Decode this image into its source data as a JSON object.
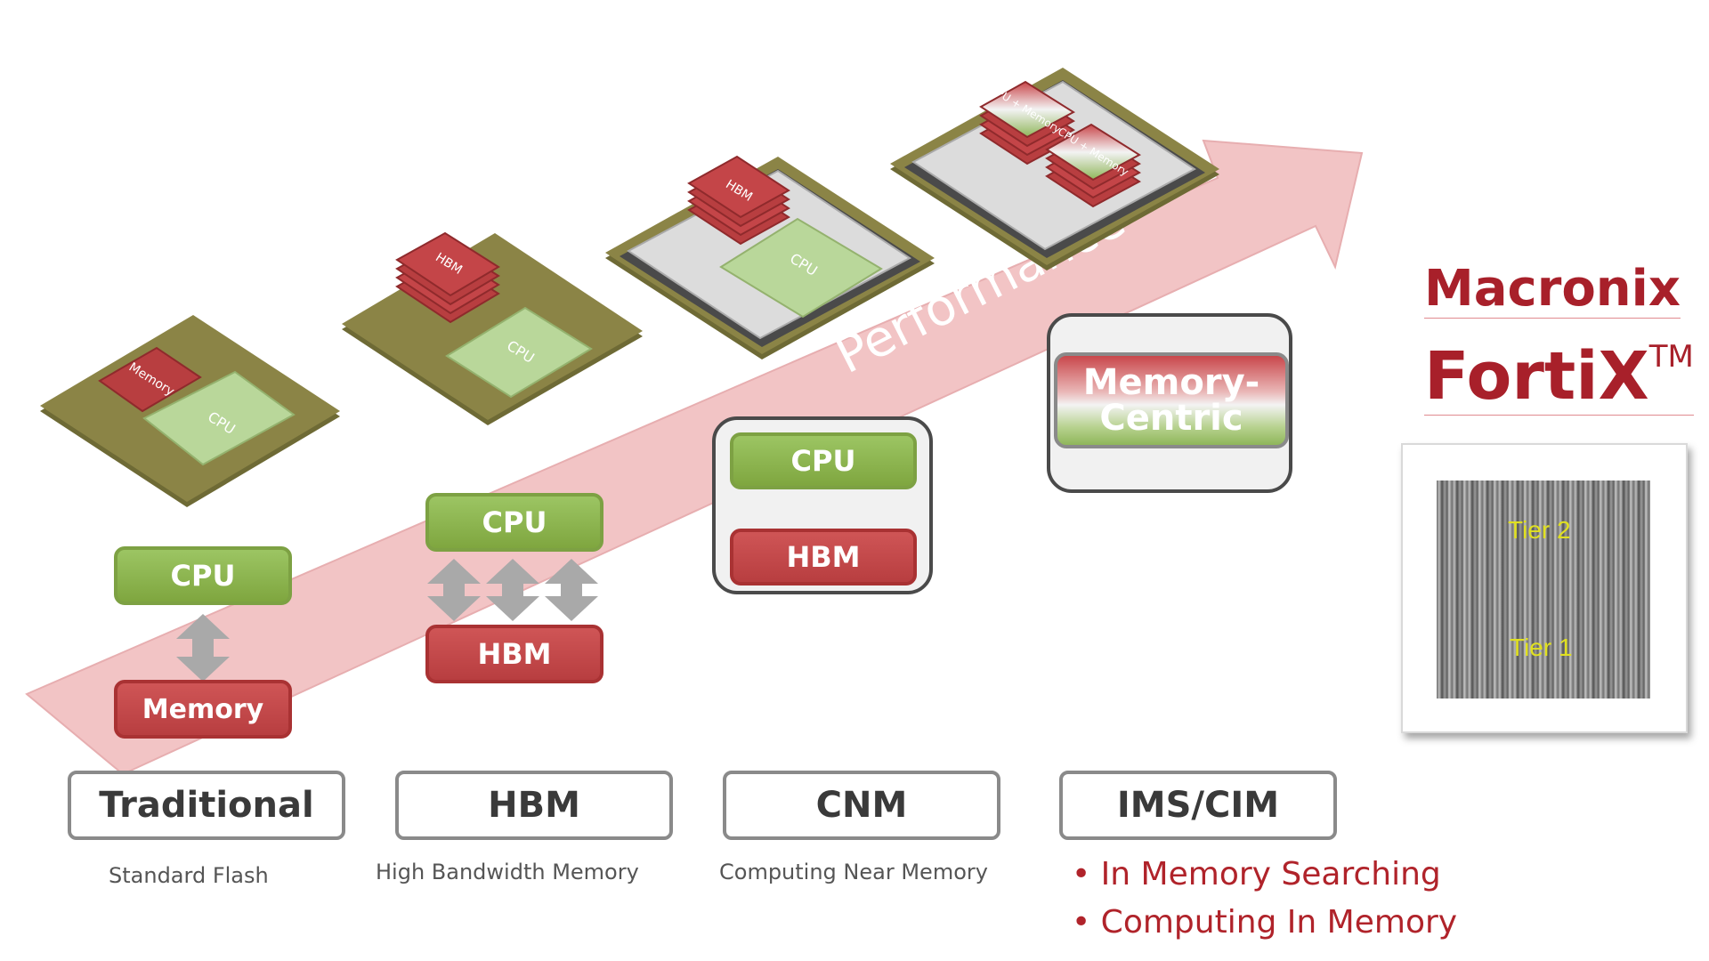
{
  "arrow": {
    "text": "Performance",
    "colors": {
      "fill": "#f2c4c5",
      "text": "#ffffff"
    }
  },
  "stages": [
    {
      "label": "Traditional",
      "subtitle": "Standard Flash",
      "chip_labels": {
        "memory": "Memory",
        "cpu": "CPU"
      },
      "diagram": {
        "top": "CPU",
        "bottom": "Memory"
      }
    },
    {
      "label": "HBM",
      "subtitle": "High Bandwidth Memory",
      "chip_labels": {
        "memory": "HBM",
        "cpu": "CPU"
      },
      "diagram": {
        "top": "CPU",
        "bottom": "HBM"
      }
    },
    {
      "label": "CNM",
      "subtitle": "Computing Near Memory",
      "chip_labels": {
        "memory": "HBM",
        "cpu": "CPU"
      },
      "diagram": {
        "top": "CPU",
        "bottom": "HBM"
      }
    },
    {
      "label": "IMS/CIM",
      "subtitle": "",
      "chip_labels": {
        "combined_1": "CPU + Memory",
        "combined_2": "CPU + Memory"
      },
      "diagram": {
        "line1": "Memory-",
        "line2": "Centric"
      },
      "bullets": [
        "• In Memory Searching",
        "• Computing In Memory"
      ]
    }
  ],
  "brand": {
    "line1": "Macronix",
    "line2": "FortiX",
    "tm": "TM"
  },
  "sem_image": {
    "tier_top": "Tier 2",
    "tier_bottom": "Tier 1"
  },
  "colors": {
    "cpu": "#8ab54f",
    "memory": "#c0464a",
    "board": "#8b8446",
    "brand": "#a8202a",
    "label_border": "#8a8a8a"
  }
}
